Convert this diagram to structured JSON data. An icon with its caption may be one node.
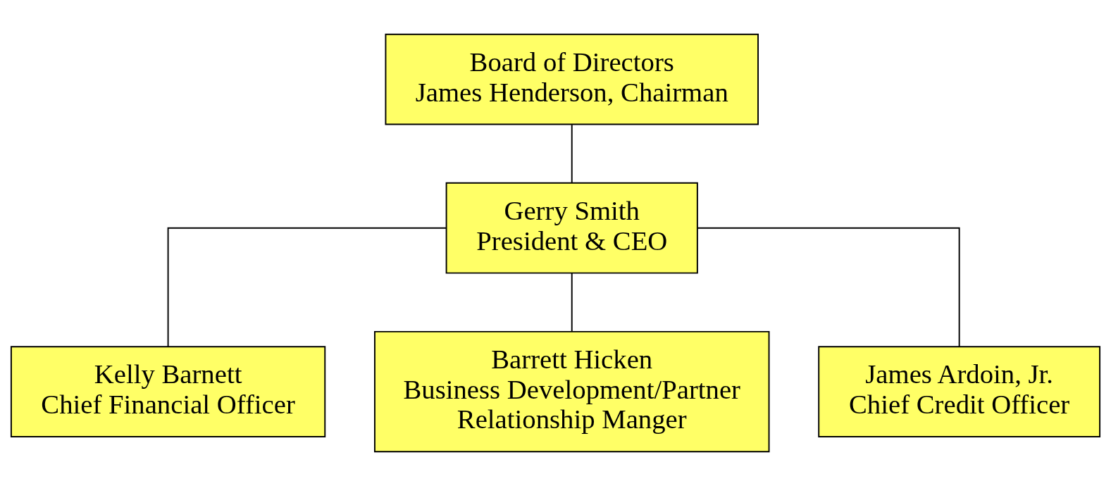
{
  "diagram": {
    "nodes": [
      {
        "text": [
          "Board of Directors",
          "James Henderson, Chairman"
        ]
      },
      {
        "text": [
          "Gerry Smith",
          "President & CEO"
        ]
      },
      {
        "text": [
          "Kelly Barnett",
          "Chief Financial Officer"
        ]
      },
      {
        "text": [
          "Barrett Hicken",
          "Business Development/Partner Relationship Manger"
        ]
      },
      {
        "text": [
          "James Ardoin, Jr.",
          "Chief Credit Officer"
        ]
      }
    ],
    "edges": [
      {
        "from": 0,
        "to": 1,
        "arrow": "none"
      },
      {
        "from": 1,
        "to": 2,
        "arrow": "none"
      },
      {
        "from": 1,
        "to": 3,
        "arrow": "none"
      },
      {
        "from": 1,
        "to": 4,
        "arrow": "none"
      }
    ]
  }
}
